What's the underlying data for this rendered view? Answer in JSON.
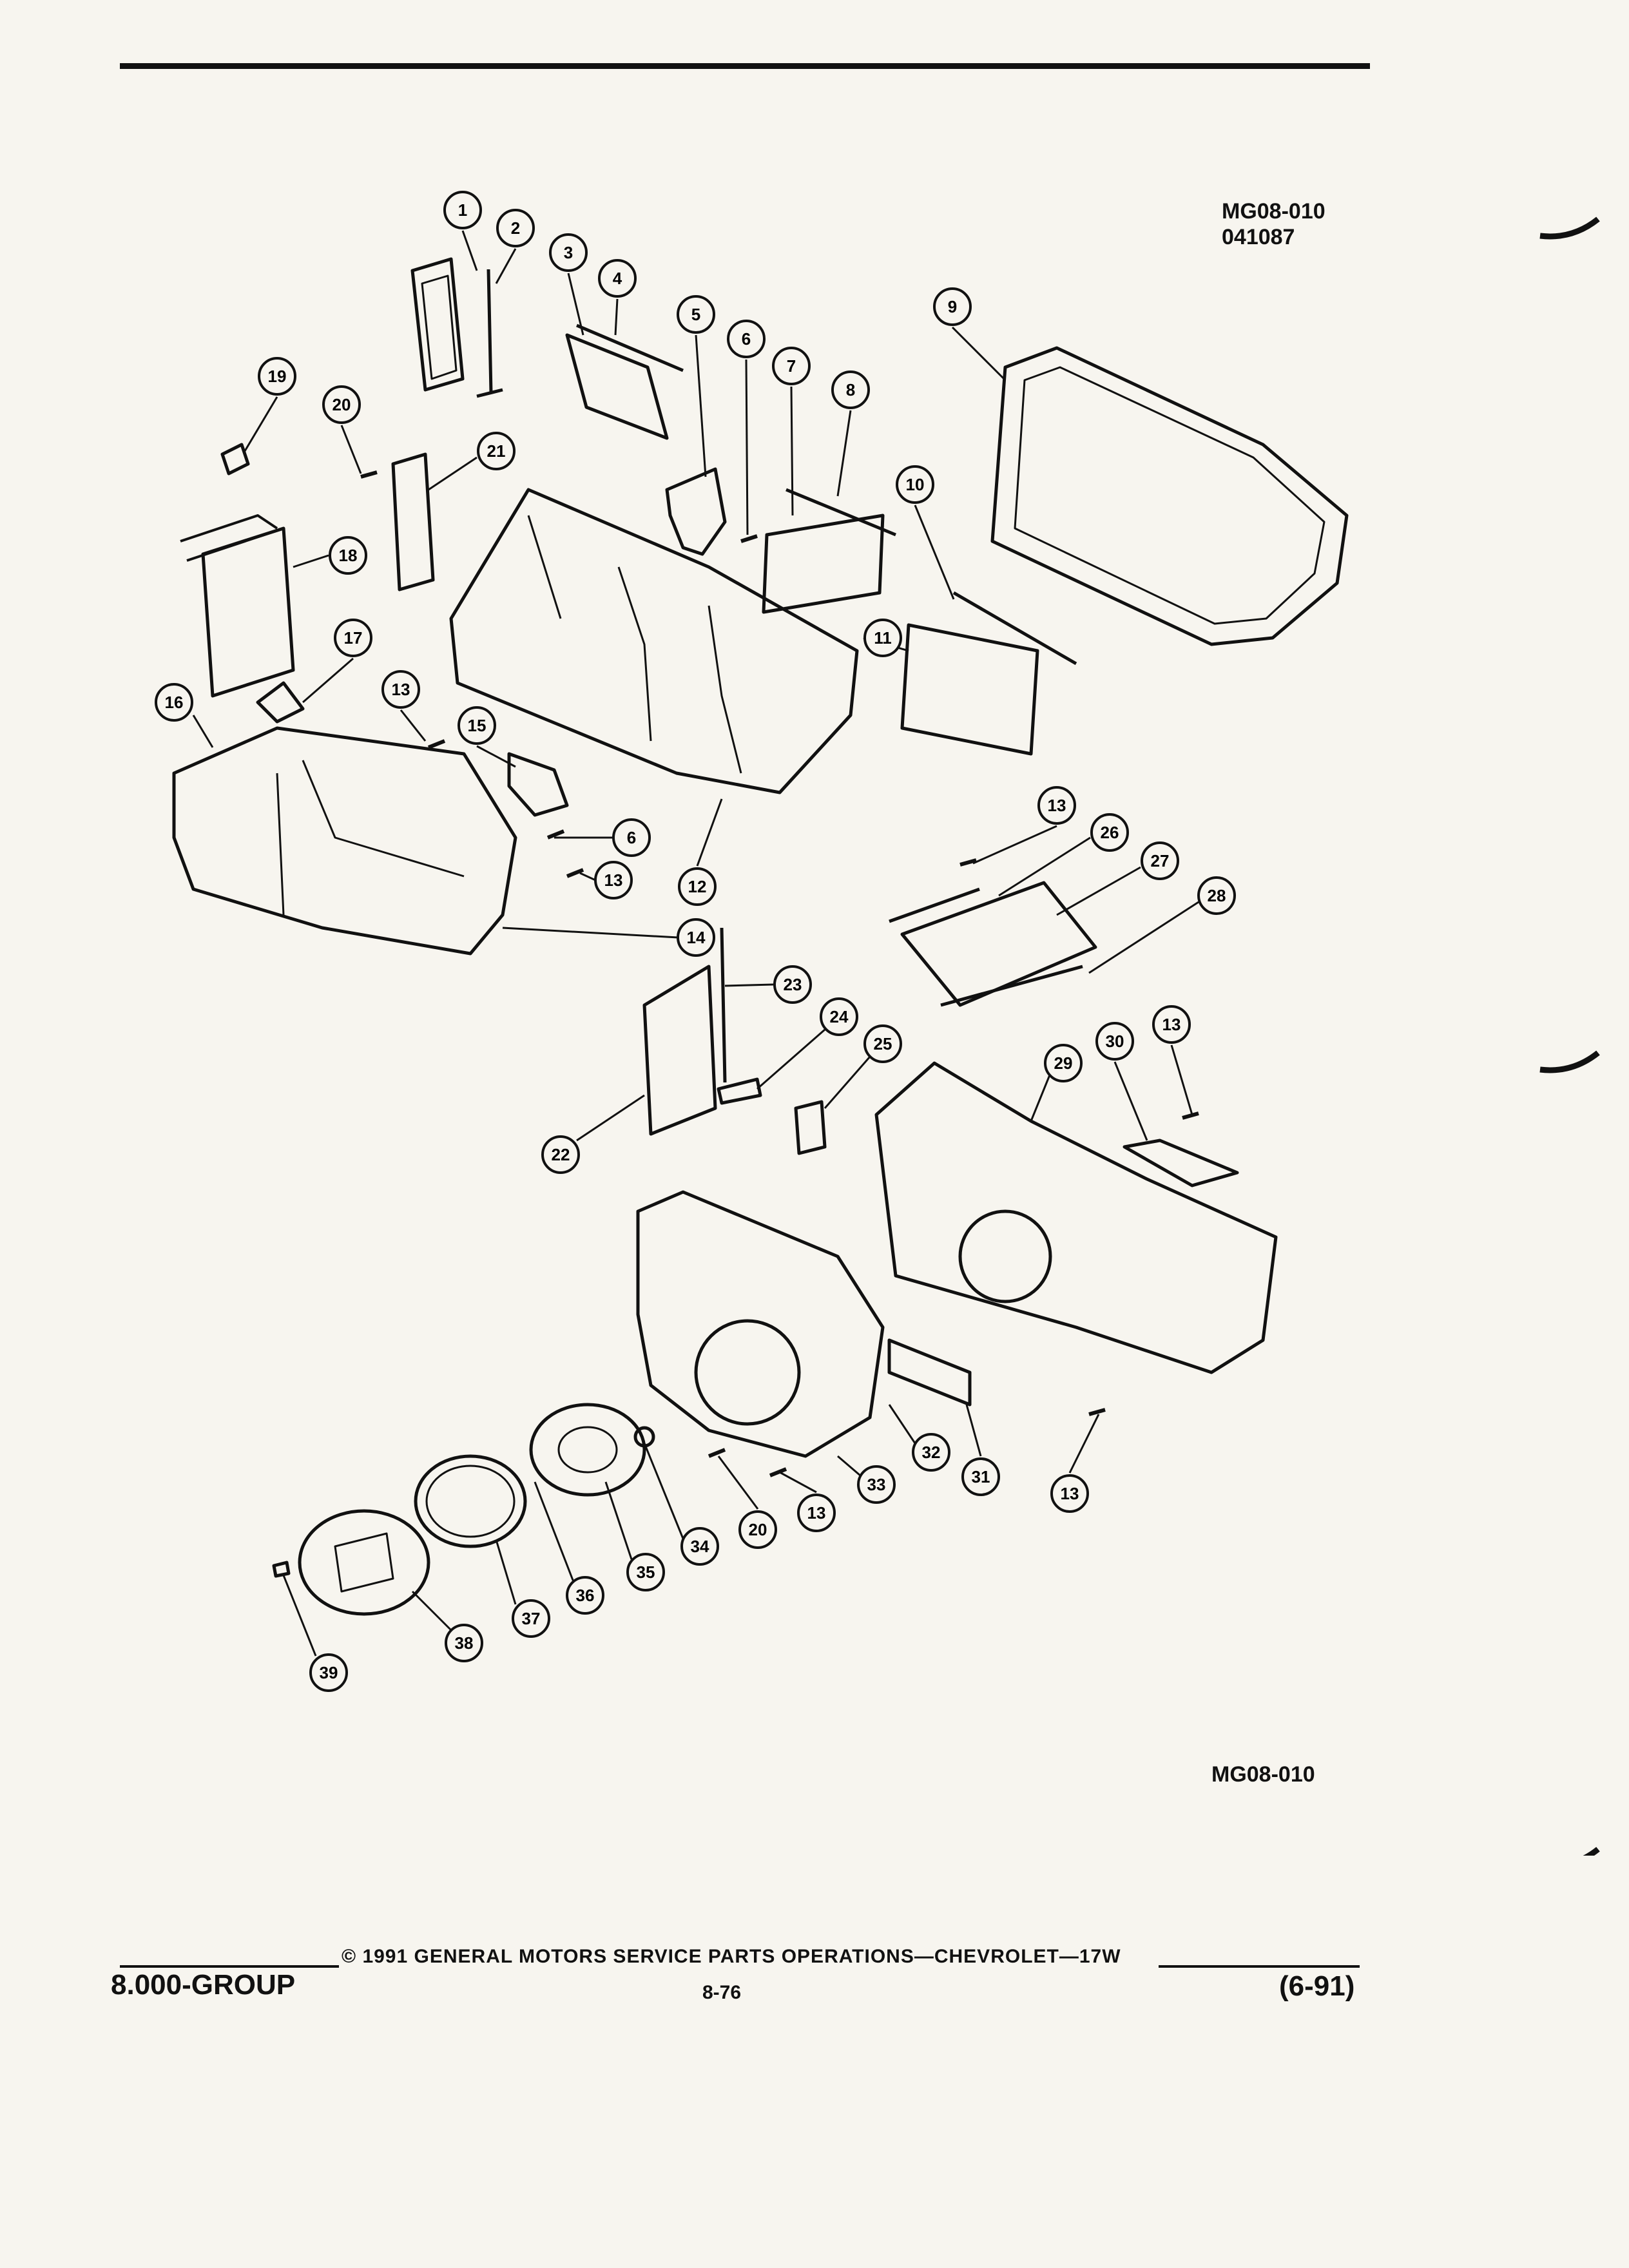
{
  "figure": {
    "id": "MG08-010",
    "date_code": "041087",
    "bottom_id": "MG08-010"
  },
  "callouts": [
    "1",
    "2",
    "3",
    "4",
    "5",
    "6",
    "7",
    "8",
    "9",
    "10",
    "11",
    "12",
    "13",
    "14",
    "15",
    "16",
    "17",
    "18",
    "19",
    "20",
    "21",
    "22",
    "23",
    "24",
    "25",
    "26",
    "27",
    "28",
    "29",
    "30",
    "31",
    "32",
    "33",
    "34",
    "35",
    "36",
    "37",
    "38",
    "39"
  ],
  "repeated_callouts": [
    "6",
    "13",
    "13",
    "13",
    "13",
    "13",
    "20",
    "20",
    "20"
  ],
  "footer": {
    "copyright": "© 1991 GENERAL MOTORS SERVICE PARTS OPERATIONS—CHEVROLET—17W",
    "group": "8.000-GROUP",
    "page": "8-76",
    "revision": "(6-91)"
  }
}
